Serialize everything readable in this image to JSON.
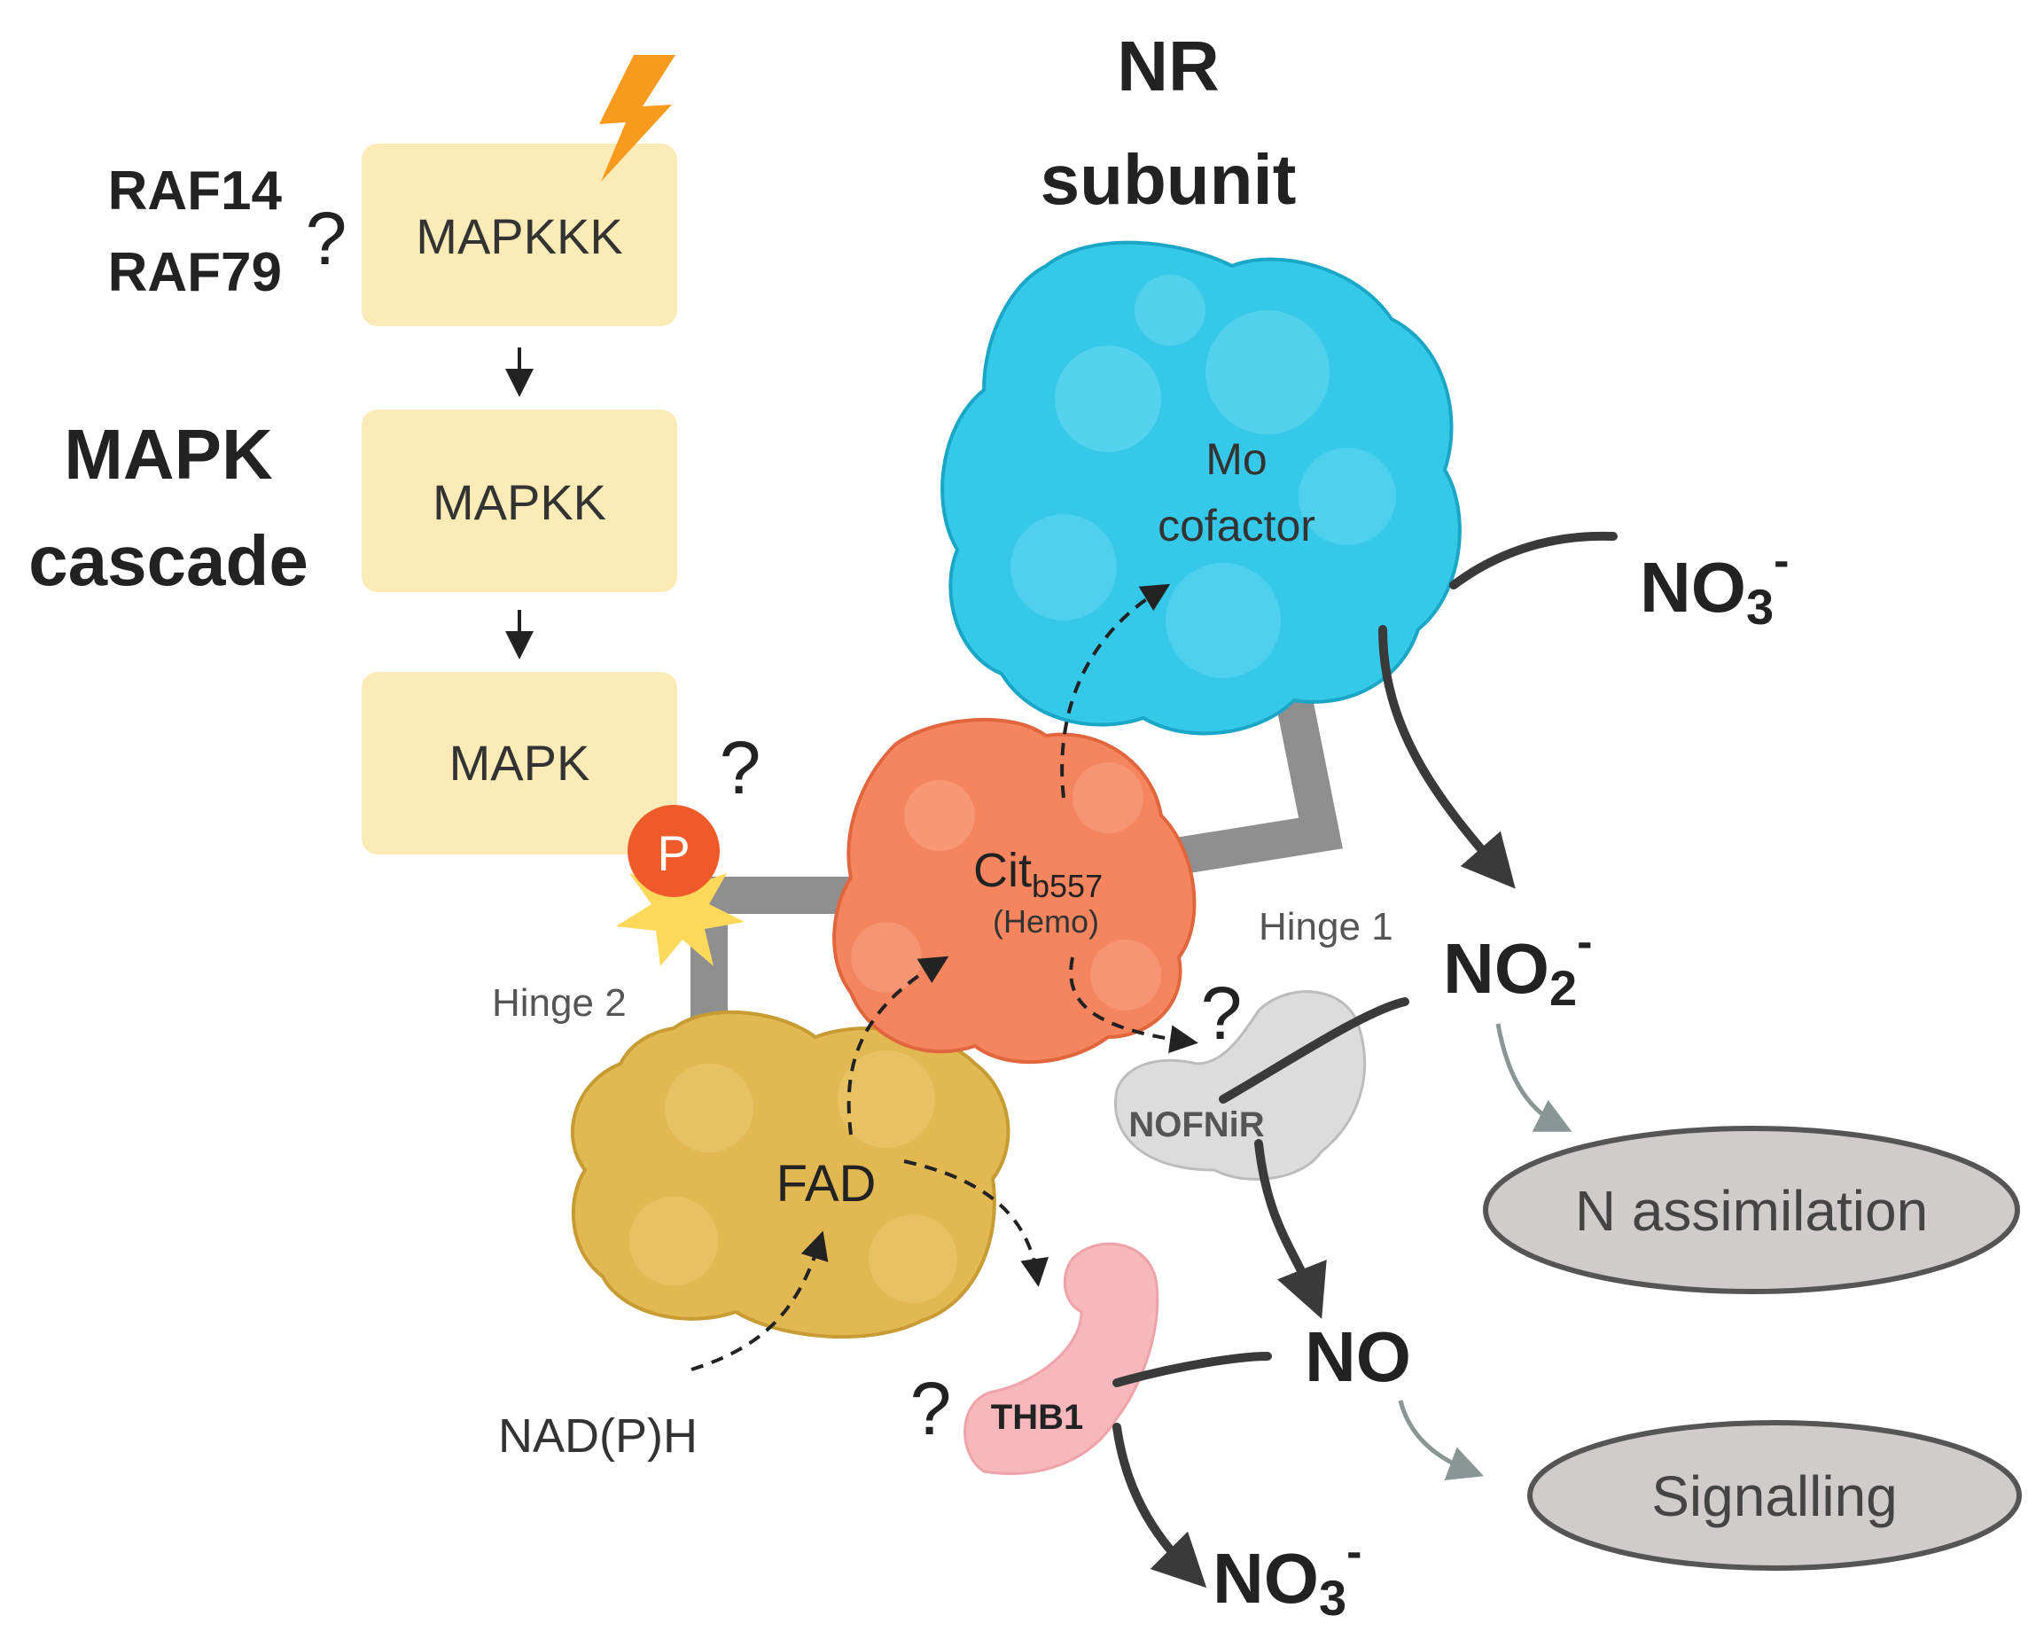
{
  "raf": {
    "line1": "RAF14",
    "line2": "RAF79",
    "question": "?"
  },
  "cascade": {
    "title_line1": "MAPK",
    "title_line2": "cascade"
  },
  "kinases": {
    "mapkkk": "MAPKKK",
    "mapkk": "MAPKK",
    "mapk": "MAPK"
  },
  "phospho": {
    "label": "P",
    "question": "?"
  },
  "nr": {
    "title_line1": "NR",
    "title_line2": "subunit"
  },
  "domains": {
    "mo_line1": "Mo",
    "mo_line2": "cofactor",
    "cit_main": "Cit",
    "cit_sub": "b557",
    "cit_note": "(Hemo)",
    "fad": "FAD",
    "hinge1": "Hinge 1",
    "hinge2": "Hinge 2"
  },
  "substrates": {
    "no3_top_base": "NO",
    "no3_top_sub": "3",
    "no3_top_sup": "-",
    "no2_base": "NO",
    "no2_sub": "2",
    "no2_sup": "-",
    "no": "NO",
    "no3_bottom_base": "NO",
    "no3_bottom_sub": "3",
    "no3_bottom_sup": "-",
    "nadph": "NAD(P)H"
  },
  "partners": {
    "nofnir": "NOFNiR",
    "nofnir_question": "?",
    "thb1": "THB1",
    "thb1_question": "?"
  },
  "outcomes": {
    "assimilation": "N assimilation",
    "signalling": "Signalling"
  },
  "colors": {
    "kinase_box": "#fcebb6",
    "mo_domain": "#35c8e8",
    "cit_domain": "#f4855f",
    "fad_domain": "#e2b853",
    "nofnir": "#dcdcdc",
    "thb1": "#f7b8bc",
    "phospho": "#ef5a2a",
    "lightning": "#f79a1e",
    "hinge": "#8f8f8f",
    "pill": "#d0cccc"
  }
}
